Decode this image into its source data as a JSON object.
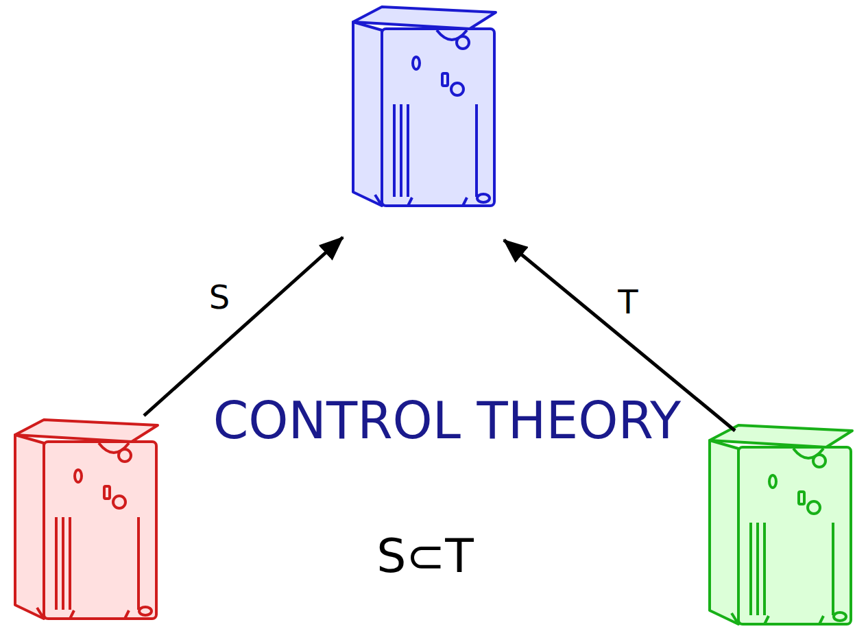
{
  "diagram": {
    "labels": [
      "S",
      "T",
      "CONTROL THEORY",
      "S⊂T"
    ]
  }
}
